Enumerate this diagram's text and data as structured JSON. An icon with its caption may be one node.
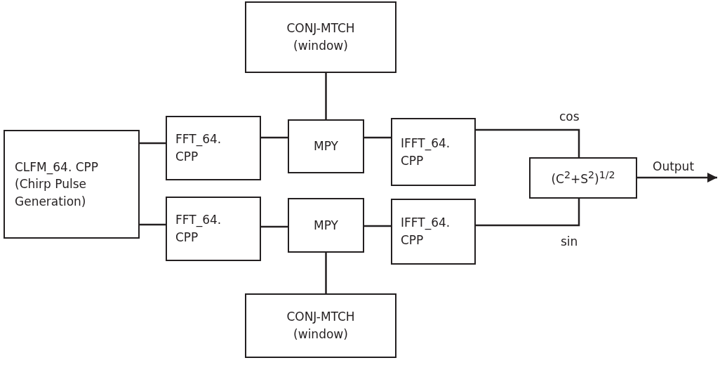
{
  "diagram": {
    "nodes": [
      {
        "text": [
          "CONJ-MTCH (window)"
        ]
      },
      {
        "text": [
          "CLFM_64. CPP (Chirp Pulse Generation)"
        ]
      },
      {
        "text": [
          "FFT_64. CPP"
        ]
      },
      {
        "text": [
          "MPY"
        ]
      },
      {
        "text": [
          "IFFT_64. CPP"
        ]
      },
      {
        "text": [
          "(C$^{2}$+S$^{2}$)$^{1/2}$"
        ]
      },
      {
        "text": [
          "FFT_64. CPP"
        ]
      },
      {
        "text": [
          "MPY"
        ]
      },
      {
        "text": [
          "IFFT_64. CPP"
        ]
      },
      {
        "text": [
          "CONJ-MTCH (window)"
        ]
      }
    ],
    "edges": [
      {
        "from": 1,
        "to": 2,
        "arrow": "none"
      },
      {
        "from": 1,
        "to": 6,
        "arrow": "none"
      },
      {
        "from": 2,
        "to": 3,
        "arrow": "none"
      },
      {
        "from": 0,
        "to": 3,
        "arrow": "none"
      },
      {
        "from": 3,
        "to": 4,
        "arrow": "none"
      },
      {
        "from": 4,
        "to": 5,
        "label": "cos",
        "arrow": "none"
      },
      {
        "from": 6,
        "to": 7,
        "arrow": "none"
      },
      {
        "from": 9,
        "to": 7,
        "arrow": "none"
      },
      {
        "from": 7,
        "to": 8,
        "arrow": "none"
      },
      {
        "from": 8,
        "to": 5,
        "label": "sin",
        "arrow": "none"
      },
      {
        "from": 5,
        "to": null,
        "label": "Output",
        "arrow": "to"
      }
    ]
  }
}
